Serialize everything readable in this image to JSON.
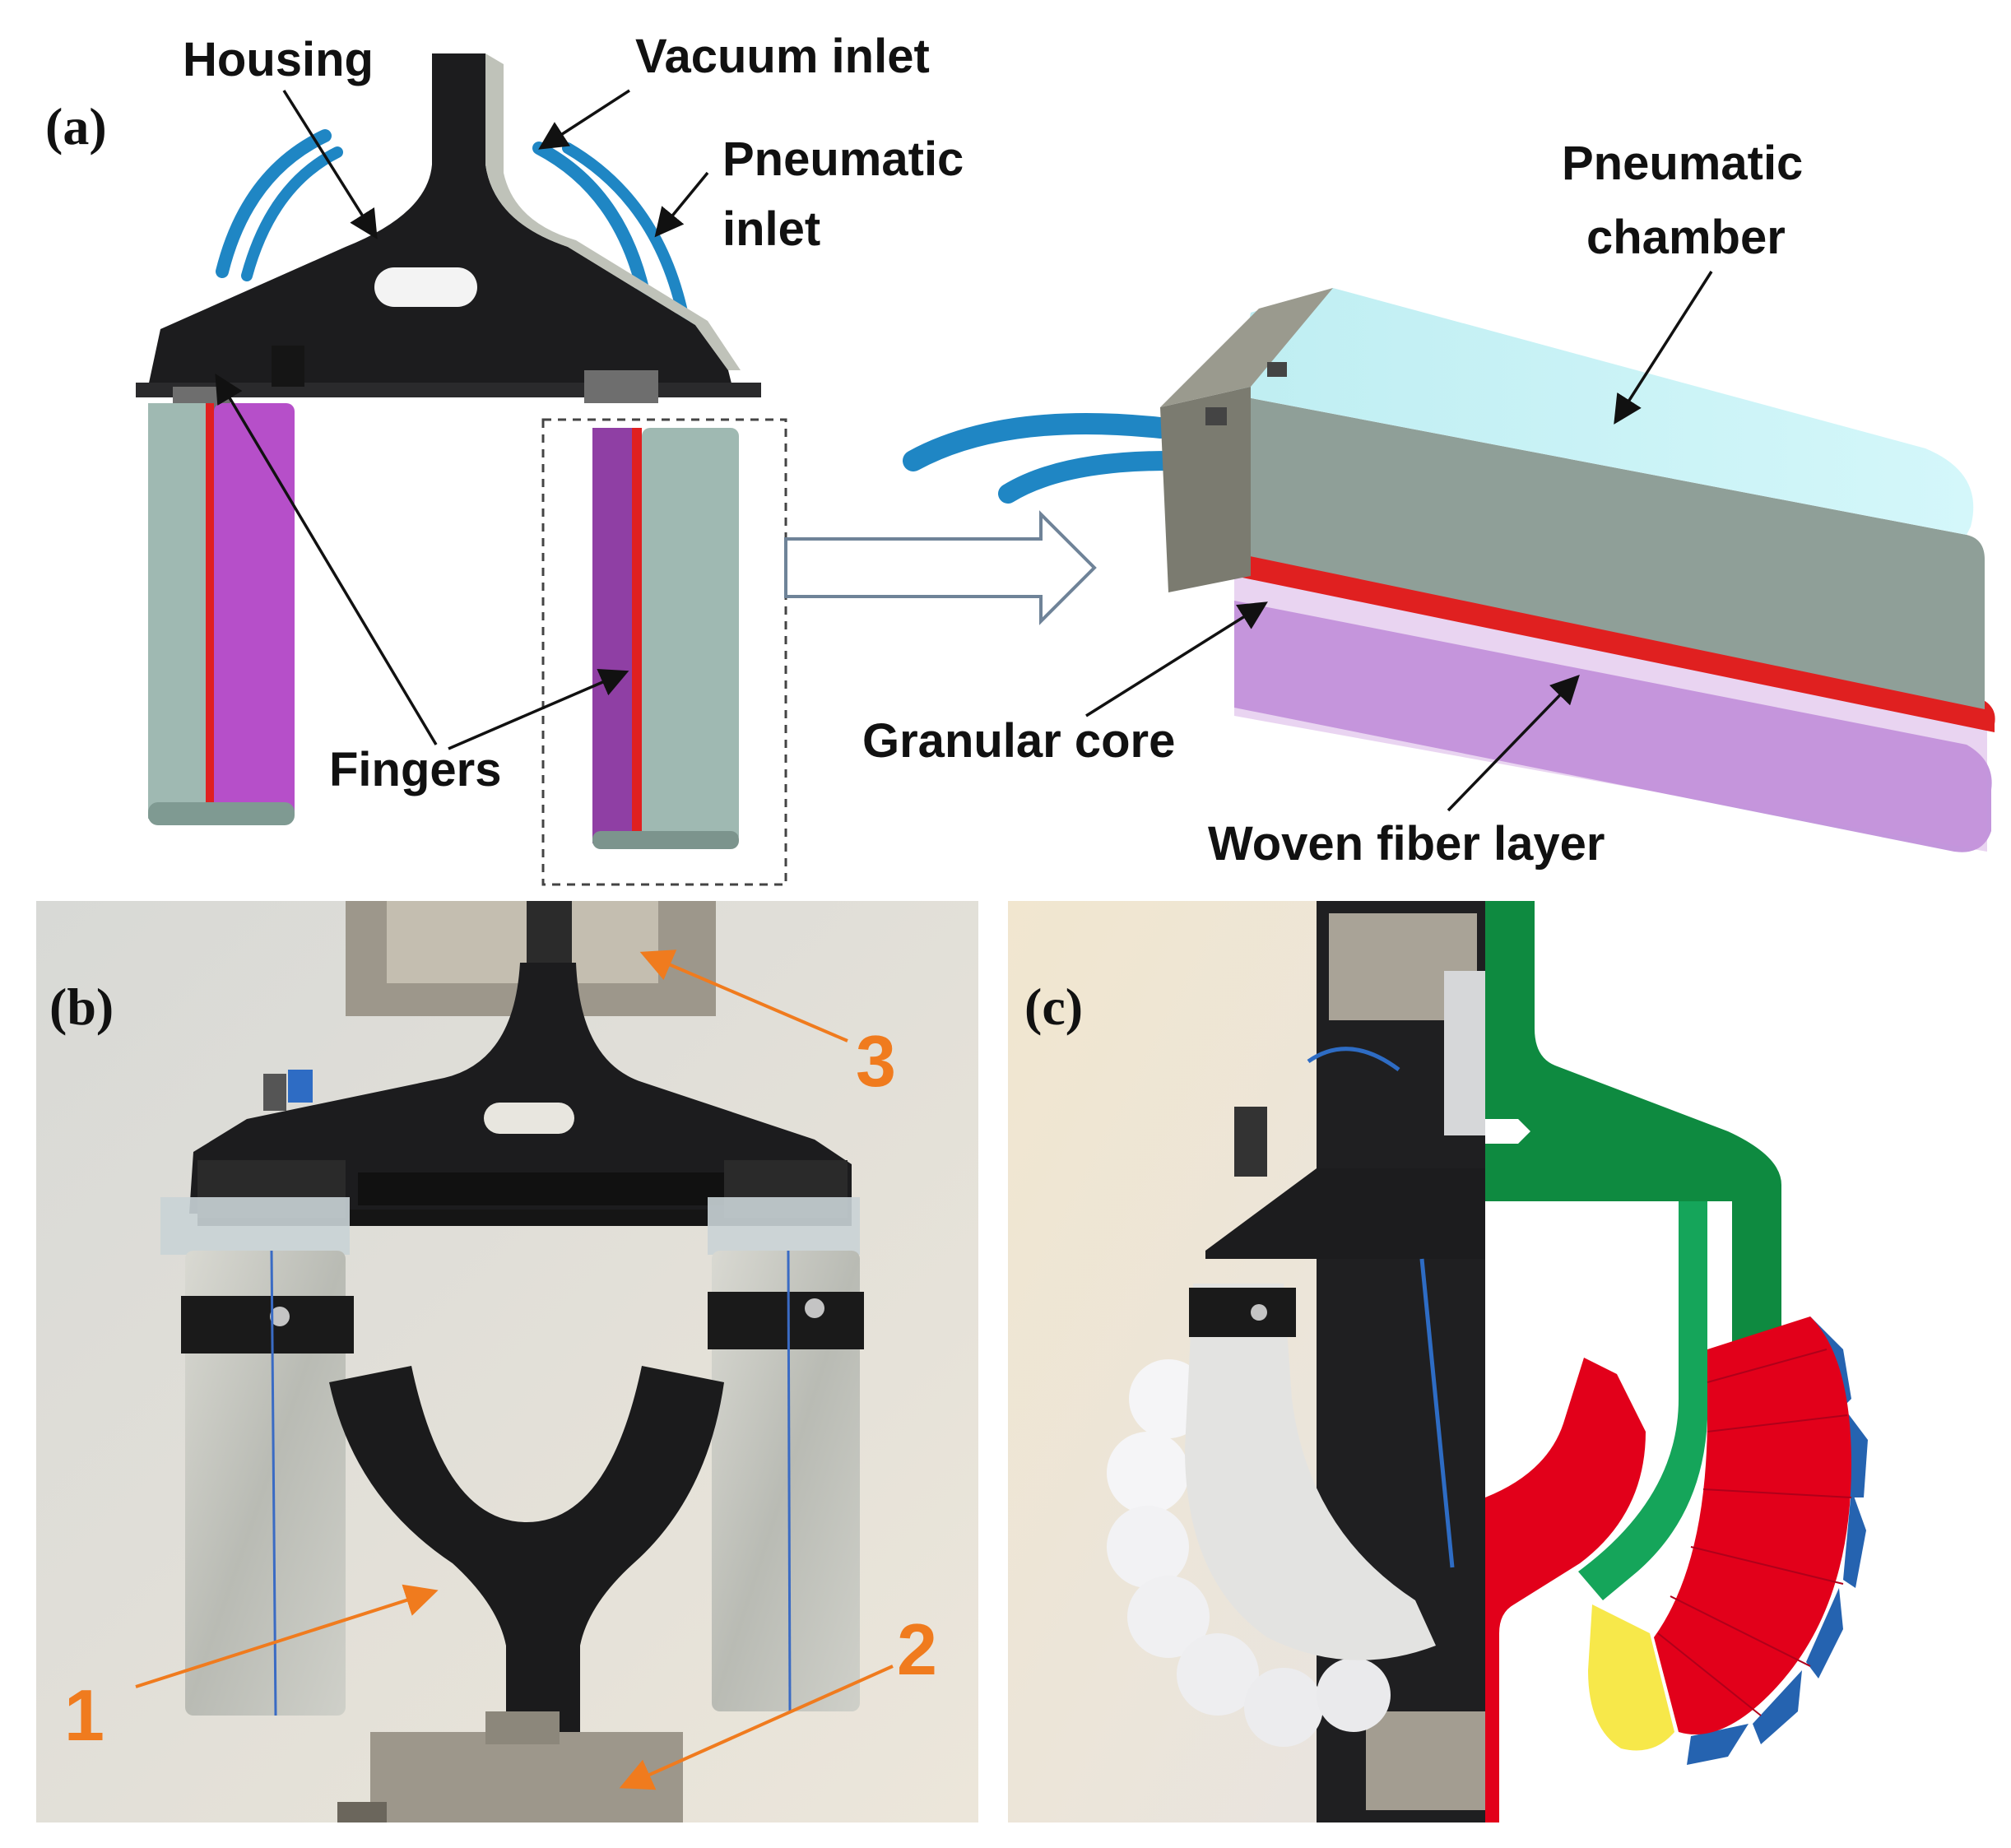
{
  "panels": {
    "a": {
      "tag": "(a)",
      "labels": {
        "housing": "Housing",
        "vacuum_inlet": "Vacuum inlet",
        "pneumatic_inlet_1": "Pneumatic",
        "pneumatic_inlet_2": "inlet",
        "fingers": "Fingers",
        "pneumatic_chamber_1": "Pneumatic",
        "pneumatic_chamber_2": "chamber",
        "granular_core": "Granular core",
        "woven_fiber_layer": "Woven fiber layer"
      }
    },
    "b": {
      "tag": "(b)",
      "markers": [
        "1",
        "2",
        "3"
      ]
    },
    "c": {
      "tag": "(c)"
    }
  },
  "colors": {
    "housing": "#1c1c1e",
    "tube": "#1f86c4",
    "finger_body": "#9fb9b2",
    "granular": "#b64fc9",
    "fiber": "#e02020",
    "chamber_top": "#c9f3f6",
    "chamber_side": "#8e9e97",
    "photo_wall": "#e9e4d8",
    "orange": "#f07b1e",
    "schematic_green": "#0e8a40",
    "schematic_light_green": "#15a55a",
    "schematic_red": "#e2001a",
    "schematic_blue": "#2563b0",
    "schematic_yellow": "#f7e84a"
  }
}
